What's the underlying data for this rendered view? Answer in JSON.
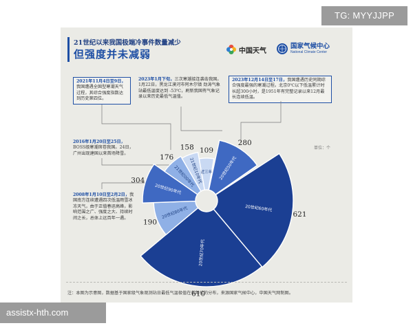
{
  "watermark_top": "TG: MYYJJPP",
  "watermark_bottom": "assistx-hth.com",
  "header": {
    "title_line1": "21世纪以来我国极端冷事件数量减少",
    "title_line2": "但强度并未减弱"
  },
  "logos": {
    "cma_name": "中国天气",
    "ncc_name": "国家气候中心",
    "ncc_name_en": "National Climate Center"
  },
  "notes": [
    {
      "date": "2021年11月4日至9日，",
      "text": "我国遭遇全国型寒潮天气过程，其综合强度指数达到历史第四位。"
    },
    {
      "date": "2023年1月下旬，",
      "text": "三次寒潮接连袭击我国。1月22日，黑龙江漠河市阿木尔镇 劲涛气象站最低温度达到 -53℃，刷新我国有气象记录以来历史最低气温值。"
    },
    {
      "date": "2023年12月14日至17日，",
      "text": "我国遭遇历史同期综合强度最强的寒潮过程。北京0℃以下低温累计时长超300小时，是1951年有完整记录以来12月最长连续低温。"
    },
    {
      "date": "2016年1月20日至25日，",
      "text": "BOSS级寒潮席卷我国。24日，广州出现建国以来首场降雪。"
    },
    {
      "date": "2008年1月10日至2月2日，",
      "text": "我国南方连续遭遇四次低温雨雪冰冻天气，由于正值春运高峰，影响范围之广、强度之大、持续时间之长，总体上远百年一遇。"
    }
  ],
  "unit": "单位：个",
  "footer": "注：本图为示意图，数据基于国家级气象观测站日最低气温极值在各年代的分布，来源国家气候中心，中国天气网制图。",
  "colors": {
    "accent": "#1d4ea4",
    "dark": "#1b3f93",
    "mid": "#3f69c2",
    "light": "#8fb0e6",
    "pale": "#c9d9f3"
  },
  "chart_data": {
    "type": "pie",
    "style": "rose",
    "categories": [
      "近三年",
      "20世纪50年代",
      "20世纪60年代",
      "20世纪70年代",
      "20世纪80年代",
      "20世纪90年代",
      "21世纪00年代",
      "21世纪10年代"
    ],
    "values": [
      109,
      280,
      621,
      610,
      190,
      304,
      176,
      158
    ],
    "title": "21世纪以来我国极端冷事件数量减少",
    "unit": "个"
  }
}
